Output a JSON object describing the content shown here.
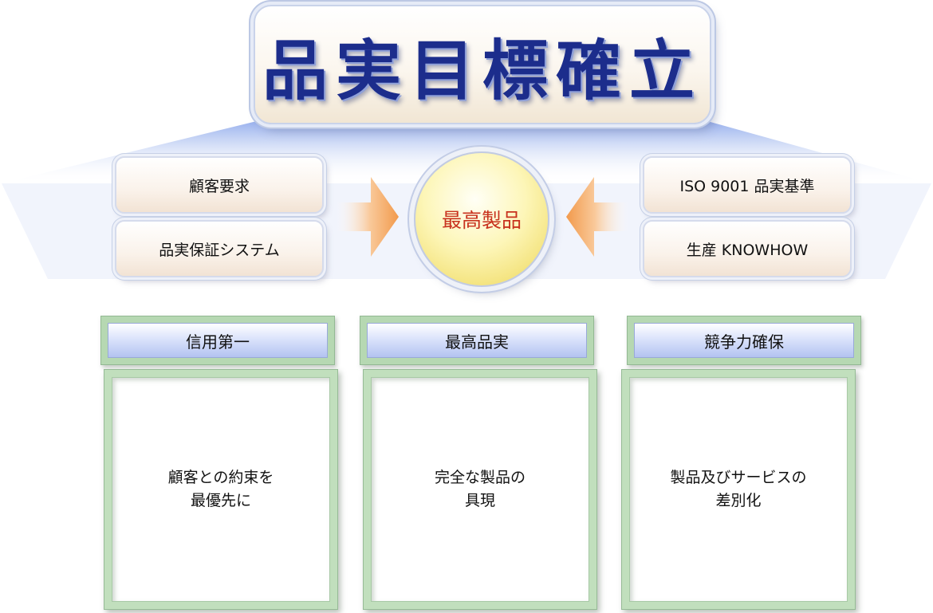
{
  "title": "品実目標確立",
  "inputs_left": [
    {
      "label": "顧客要求"
    },
    {
      "label": "品実保証システム"
    }
  ],
  "inputs_right": [
    {
      "label": "ISO 9001 品実基準"
    },
    {
      "label": "生産 KNOWHOW"
    }
  ],
  "center": {
    "label": "最高製品"
  },
  "pillars": [
    {
      "header": "信用第一",
      "body_line1": "顧客との約束を",
      "body_line2": "最優先に"
    },
    {
      "header": "最高品実",
      "body_line1": "完全な製品の",
      "body_line2": "具現"
    },
    {
      "header": "競争力確保",
      "body_line1": "製品及びサービスの",
      "body_line2": "差別化"
    }
  ],
  "colors": {
    "title_text": "#1c2d8c",
    "center_text": "#c8321e",
    "arrow": "#f5a85a",
    "fan": "#a7bff0",
    "column_frame": "#b6d8b2",
    "header_fill": "#c9d5f6"
  }
}
